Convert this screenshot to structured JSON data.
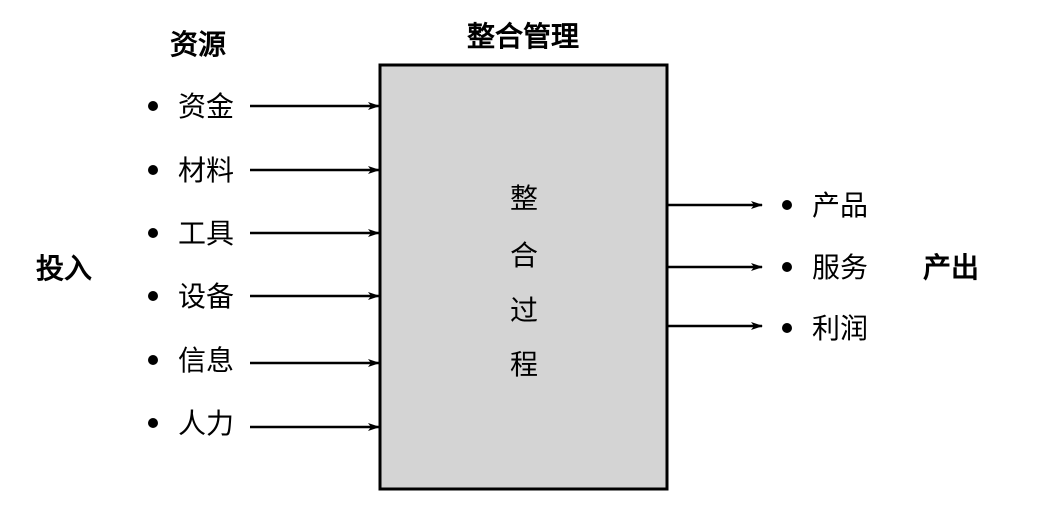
{
  "labels": {
    "resources_heading": "资源",
    "management_heading": "整合管理",
    "input_label": "投入",
    "output_label": "产出"
  },
  "process": {
    "characters": [
      "整",
      "合",
      "过",
      "程"
    ]
  },
  "inputs": [
    {
      "label": "资金"
    },
    {
      "label": "材料"
    },
    {
      "label": "工具"
    },
    {
      "label": "设备"
    },
    {
      "label": "信息"
    },
    {
      "label": "人力"
    }
  ],
  "outputs": [
    {
      "label": "产品"
    },
    {
      "label": "服务"
    },
    {
      "label": "利润"
    }
  ],
  "colors": {
    "box_fill": "#d4d4d4",
    "stroke": "#000000"
  }
}
